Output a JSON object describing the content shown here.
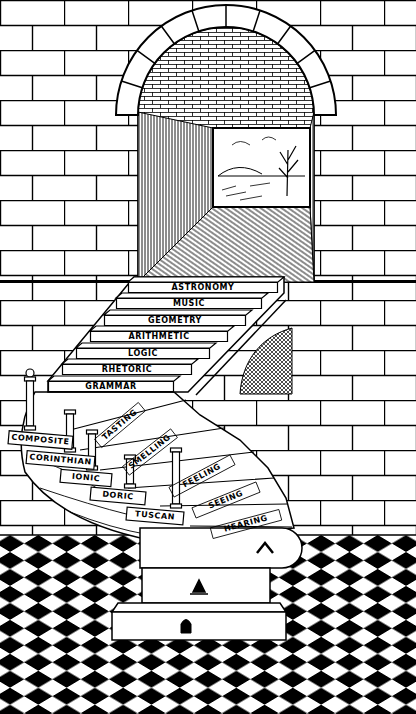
{
  "diagram": {
    "nodes": [
      {
        "text": [
          "ASTRONOMY"
        ]
      },
      {
        "text": [
          "MUSIC"
        ]
      },
      {
        "text": [
          "GEOMETRY"
        ]
      },
      {
        "text": [
          "ARITHMETIC"
        ]
      },
      {
        "text": [
          "LOGIC"
        ]
      },
      {
        "text": [
          "RHETORIC"
        ]
      },
      {
        "text": [
          "GRAMMAR"
        ]
      },
      {
        "text": [
          "TASTING"
        ]
      },
      {
        "text": [
          "SMELLING"
        ]
      },
      {
        "text": [
          "FEELING"
        ]
      },
      {
        "text": [
          "SEEING"
        ]
      },
      {
        "text": [
          "HEARING"
        ]
      },
      {
        "text": [
          "COMPOSITE"
        ]
      },
      {
        "text": [
          "CORINTHIAN"
        ]
      },
      {
        "text": [
          "IONIC"
        ]
      },
      {
        "text": [
          "DORIC"
        ]
      },
      {
        "text": [
          "TUSCAN"
        ]
      }
    ]
  }
}
